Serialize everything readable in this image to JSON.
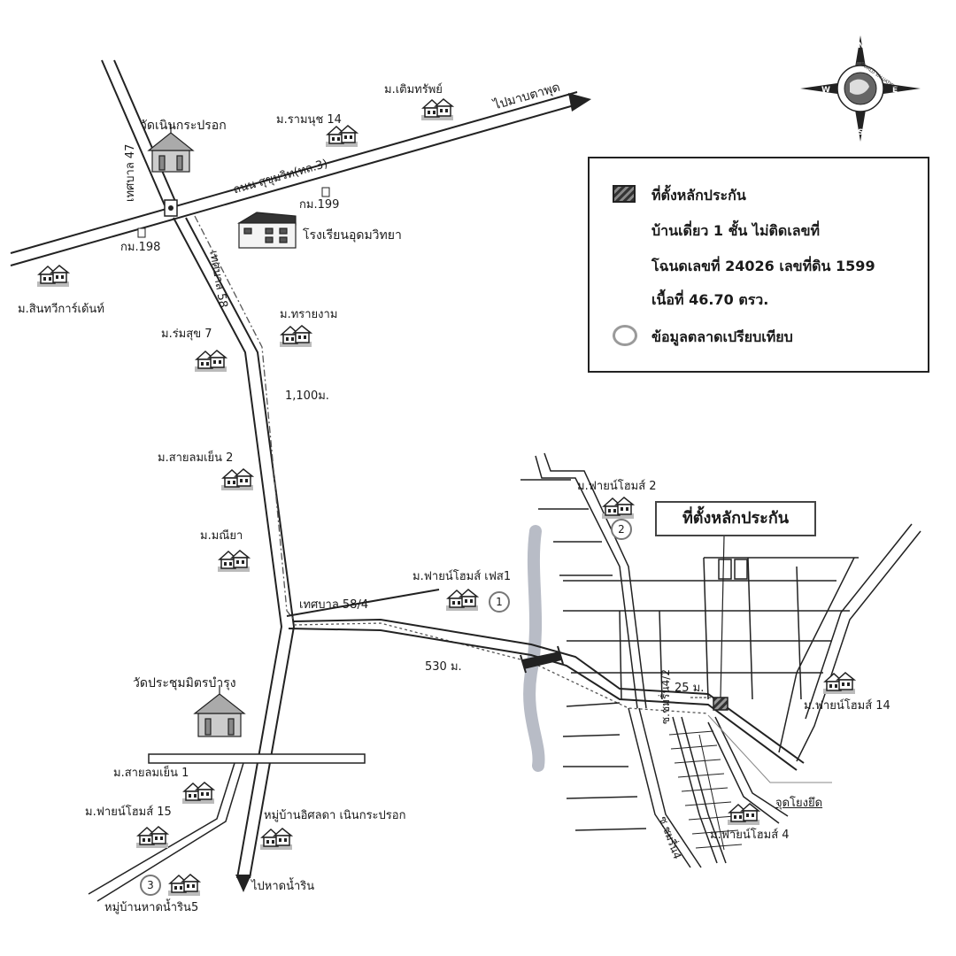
{
  "roads": {
    "sukhumvit": "ถนน สุขุมวิท(ทล.3)",
    "to_ban_phe": "ไปมาบตาพุด",
    "tessaban_47": "เทศบาล 47",
    "tessaban_58": "เทศบาล 58",
    "tessaban_58_4": "เทศบาล 58/4",
    "to_hat_nam_rin": "ไปหาดน้ำริน",
    "soi_chomchuen_2": "ซ.ชมรื่น4/2",
    "soi_chomchuen": "ซ.ชมรื่น4"
  },
  "landmarks": {
    "wat_noen_krapok": "วัดเนินกระปรอก",
    "km199": "กม.199",
    "km198": "กม.198",
    "udomwittaya_school": "โรงเรียนอุดมวิทยา",
    "wat_prachum": "วัดประชุมมิตรบำรุง",
    "dead_end": "จุดโยงยึด"
  },
  "villages": {
    "term_sap": "ม.เติมทรัพย์",
    "ramnut_14": "ม.รามนุช 14",
    "sinthawee": "ม.สินทวีการ์เด้นท์",
    "romsuk_7": "ม.ร่มสุข 7",
    "sai_ngam": "ม.ทรายงาม",
    "sailom_yen_2": "ม.สายลมเย็น 2",
    "maneeya": "ม.มณียา",
    "fine_home_phase1": "ม.ฟายน์โฮมส์ เฟส1",
    "fine_home_2": "ม.ฟายน์โฮมส์ 2",
    "fine_home_14": "ม.ฟายน์โฮมส์ 14",
    "sailom_yen_1": "ม.สายลมเย็น 1",
    "fine_home_15": "ม.ฟายน์โฮมส์ 15",
    "isalda": "หมู่บ้านอิศลดา เนินกระปรอก",
    "fine_home_4": "ม.ฟายน์โฮมส์ 4",
    "hat_nam_rin_5": "หมู่บ้านหาดน้ำริน5"
  },
  "distances": {
    "d1100": "1,100ม.",
    "d530": "530 ม.",
    "d25": "25 ม."
  },
  "markers": {
    "m1": "1",
    "m2": "2",
    "m3": "3"
  },
  "legend": {
    "collateral_location": "ที่ตั้งหลักประกัน",
    "house_desc": "บ้านเดี่ยว 1 ชั้น ไม่ติดเลขที่",
    "deed": "โฉนดเลขที่ 24026  เลขที่ดิน 1599",
    "area": "เนื้อที่ 46.70 ตรว.",
    "market_data": "ข้อมูลตลาดเปรียบเทียบ"
  },
  "callout": "ที่ตั้งหลักประกัน",
  "compass": {
    "n": "N",
    "s": "S",
    "e": "E",
    "w": "W",
    "ring_text": "WORLD VALUATION"
  },
  "colors": {
    "road": "#222222",
    "river": "#b8bcc6",
    "marker_ring": "#8a8a8a"
  }
}
